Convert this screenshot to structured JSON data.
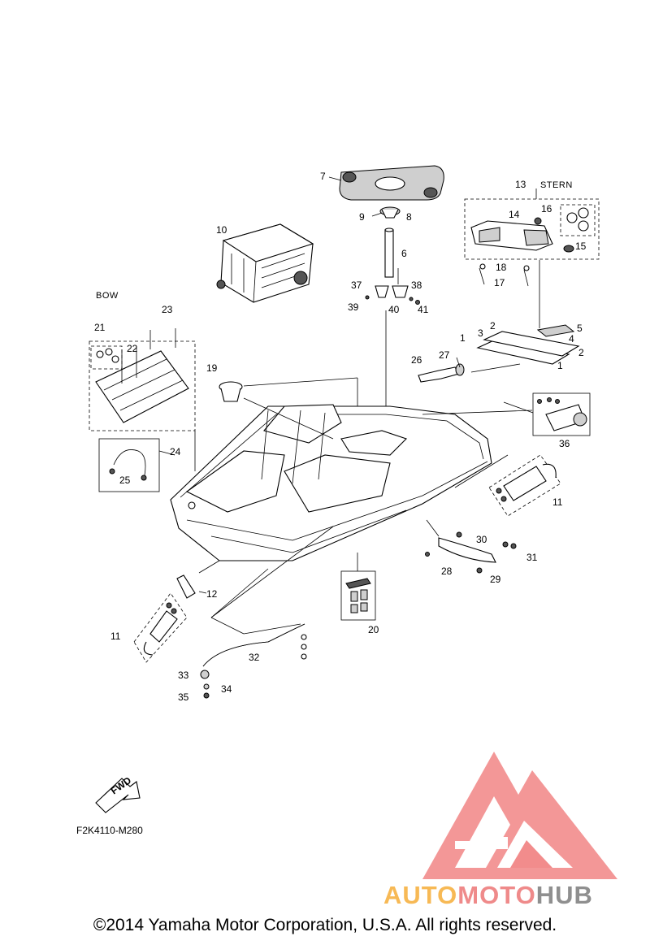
{
  "labels": {
    "bow": "BOW",
    "stern": "STERN",
    "fwd": "FWD",
    "figure_code": "F2K4110-M280"
  },
  "callouts": [
    "1",
    "1",
    "2",
    "2",
    "3",
    "4",
    "5",
    "6",
    "7",
    "8",
    "9",
    "10",
    "11",
    "11",
    "12",
    "13",
    "14",
    "15",
    "16",
    "17",
    "18",
    "19",
    "20",
    "21",
    "22",
    "23",
    "24",
    "25",
    "26",
    "27",
    "28",
    "29",
    "30",
    "31",
    "32",
    "33",
    "34",
    "35",
    "36",
    "37",
    "38",
    "39",
    "40",
    "41"
  ],
  "watermark": {
    "text_auto": "AUTO",
    "text_moto": "MOTO",
    "text_hub": "HUB",
    "colors": {
      "triangle": "#f28c8c",
      "auto": "#f7b955",
      "moto": "#ef8a8a",
      "hub": "#8f8f8f"
    }
  },
  "copyright": "©2014 Yamaha Motor Corporation, U.S.A. All rights reserved."
}
